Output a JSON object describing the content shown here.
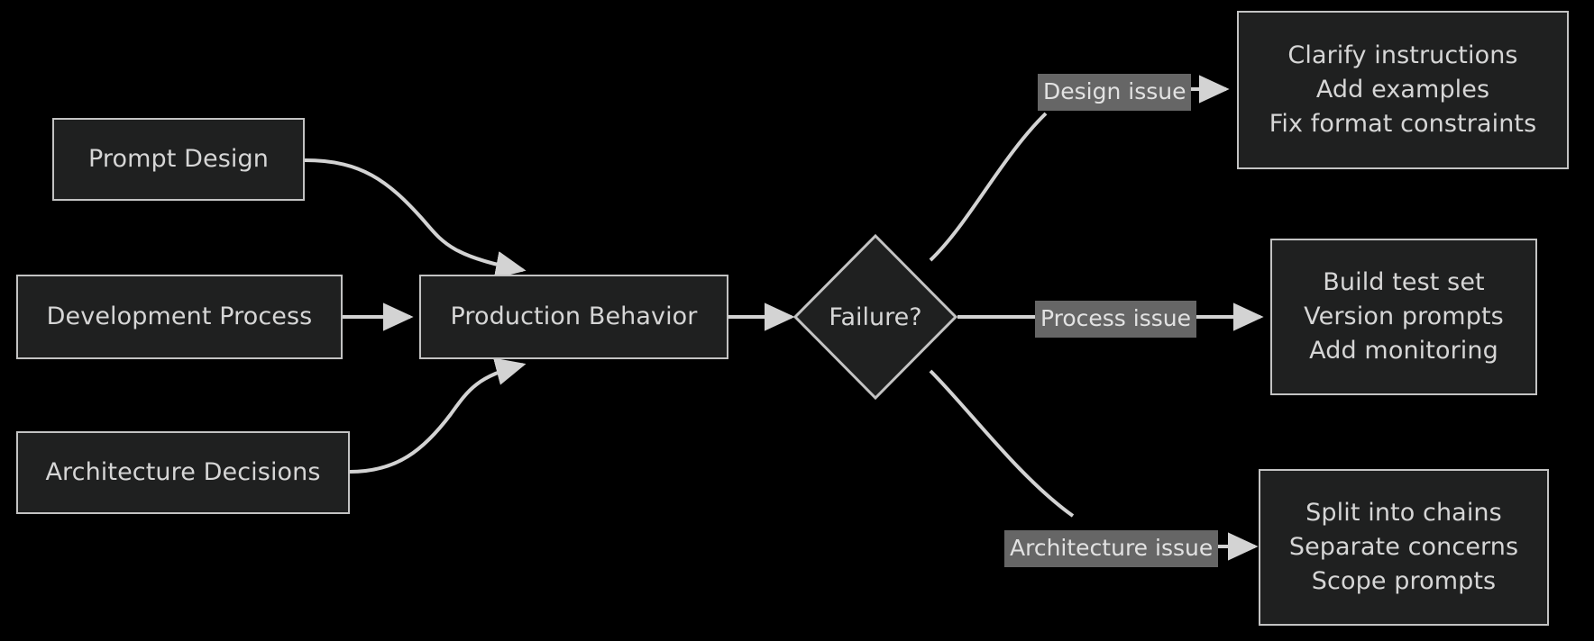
{
  "diagram": {
    "type": "flowchart",
    "direction": "left-to-right",
    "theme": {
      "background": "#000000",
      "node_fill": "#1f2020",
      "node_border": "#c3c3c3",
      "node_text": "#d6d6d6",
      "edge_stroke": "#d3d3d3",
      "edge_label_fill": "#666666",
      "edge_label_text": "#e2e2e2"
    },
    "nodes": [
      {
        "id": "prompt-design",
        "shape": "rect",
        "label": "Prompt Design"
      },
      {
        "id": "development-process",
        "shape": "rect",
        "label": "Development Process"
      },
      {
        "id": "architecture-decisions",
        "shape": "rect",
        "label": "Architecture Decisions"
      },
      {
        "id": "production-behavior",
        "shape": "rect",
        "label": "Production Behavior"
      },
      {
        "id": "failure-decision",
        "shape": "diamond",
        "label": "Failure?"
      },
      {
        "id": "design-remedy",
        "shape": "rect",
        "lines": [
          "Clarify instructions",
          "Add examples",
          "Fix format constraints"
        ]
      },
      {
        "id": "process-remedy",
        "shape": "rect",
        "lines": [
          "Build test set",
          "Version prompts",
          "Add monitoring"
        ]
      },
      {
        "id": "architecture-remedy",
        "shape": "rect",
        "lines": [
          "Split into chains",
          "Separate concerns",
          "Scope prompts"
        ]
      }
    ],
    "edge_labels": [
      {
        "id": "design-issue",
        "label": "Design issue"
      },
      {
        "id": "process-issue",
        "label": "Process issue"
      },
      {
        "id": "architecture-issue",
        "label": "Architecture issue"
      }
    ],
    "edges": [
      {
        "from": "prompt-design",
        "to": "production-behavior",
        "label": ""
      },
      {
        "from": "development-process",
        "to": "production-behavior",
        "label": ""
      },
      {
        "from": "architecture-decisions",
        "to": "production-behavior",
        "label": ""
      },
      {
        "from": "production-behavior",
        "to": "failure-decision",
        "label": ""
      },
      {
        "from": "failure-decision",
        "to": "design-remedy",
        "label": "Design issue"
      },
      {
        "from": "failure-decision",
        "to": "process-remedy",
        "label": "Process issue"
      },
      {
        "from": "failure-decision",
        "to": "architecture-remedy",
        "label": "Architecture issue"
      }
    ]
  }
}
